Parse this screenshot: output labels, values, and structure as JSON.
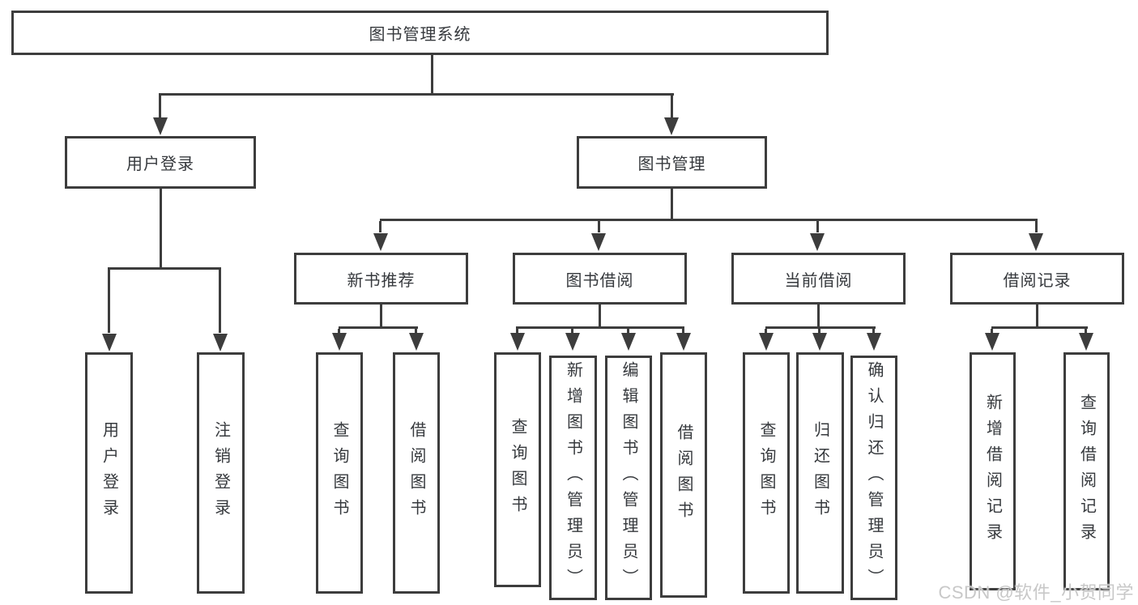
{
  "colors": {
    "line": "#3d3d3d",
    "text": "#36393d",
    "background": "#ffffff",
    "watermark": "#c8c8c8"
  },
  "tree": {
    "label": "图书管理系统",
    "children": [
      {
        "label": "用户登录",
        "children": [
          {
            "label": "用户登录"
          },
          {
            "label": "注销登录"
          }
        ]
      },
      {
        "label": "图书管理",
        "children": [
          {
            "label": "新书推荐",
            "children": [
              {
                "label": "查询图书"
              },
              {
                "label": "借阅图书"
              }
            ]
          },
          {
            "label": "图书借阅",
            "children": [
              {
                "label": "查询图书"
              },
              {
                "label": "新增图书（管理员）"
              },
              {
                "label": "编辑图书（管理员）"
              },
              {
                "label": "借阅图书"
              }
            ]
          },
          {
            "label": "当前借阅",
            "children": [
              {
                "label": "查询图书"
              },
              {
                "label": "归还图书"
              },
              {
                "label": "确认归还（管理员）"
              }
            ]
          },
          {
            "label": "借阅记录",
            "children": [
              {
                "label": "新增借阅记录"
              },
              {
                "label": "查询借阅记录"
              }
            ]
          }
        ]
      }
    ]
  },
  "watermark": {
    "text": "CSDN @软件_小贺同学"
  }
}
